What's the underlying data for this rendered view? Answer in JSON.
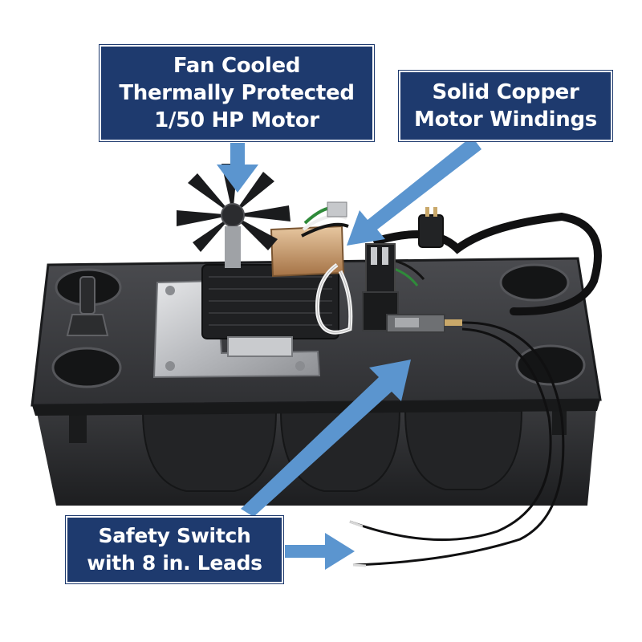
{
  "callouts": {
    "motor": {
      "lines": [
        "Fan Cooled",
        "Thermally Protected",
        "1/50 HP Motor"
      ]
    },
    "windings": {
      "lines": [
        "Solid Copper",
        "Motor Windings"
      ]
    },
    "switch": {
      "lines": [
        "Safety Switch",
        "with 8 in. Leads"
      ]
    }
  },
  "colors": {
    "callout_bg": "#1e3a6e",
    "callout_text": "#ffffff",
    "arrow": "#5b95cf",
    "housing": "#2b2c2e",
    "background": "#ffffff"
  },
  "icons": {
    "arrows": [
      "down-arrow-icon",
      "diagonal-arrow-icon",
      "right-arrow-icon"
    ]
  }
}
